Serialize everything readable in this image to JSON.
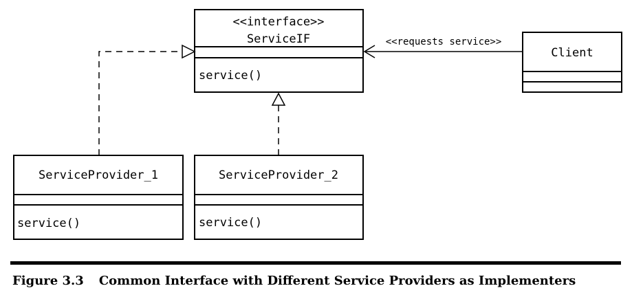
{
  "interface_class": {
    "stereotype": "<<interface>>",
    "name": "ServiceIF",
    "operation": "service()"
  },
  "client_class": {
    "name": "Client"
  },
  "provider_1": {
    "name": "ServiceProvider_1",
    "operation": "service()"
  },
  "provider_2": {
    "name": "ServiceProvider_2",
    "operation": "service()"
  },
  "association_label": "<<requests service>>",
  "caption": {
    "figure_number": "Figure 3.3",
    "title": "Common Interface with Different Service Providers as Implementers"
  }
}
